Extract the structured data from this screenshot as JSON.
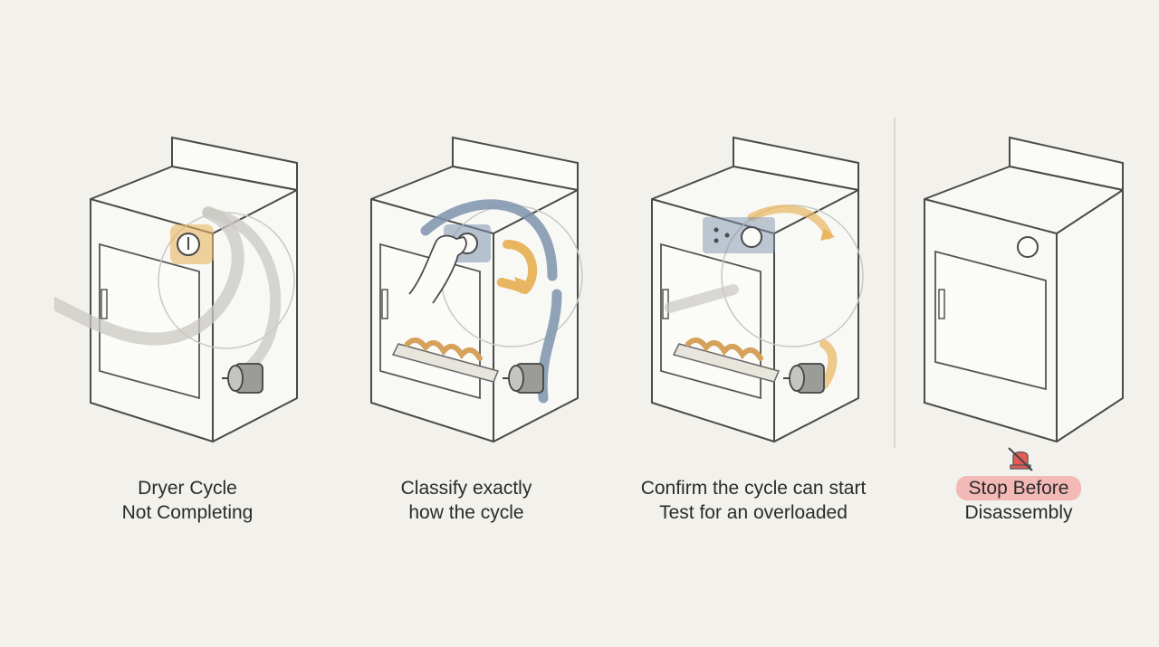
{
  "panels": [
    {
      "id": "panel-1",
      "line1": "Dryer Cycle",
      "line2": "Not Completing"
    },
    {
      "id": "panel-2",
      "line1": "Classify exactly",
      "line2": "how the cycle"
    },
    {
      "id": "panel-3",
      "line1": "Confirm the cycle can start",
      "line2": "Test for an overloaded"
    },
    {
      "id": "panel-4",
      "line1": "Stop Before",
      "line2": "Disassembly"
    }
  ],
  "icons": {
    "timer_knob": "timer-knob-icon",
    "hand": "hand-icon",
    "motor": "motor-icon",
    "heating_element": "heating-element-icon",
    "stop": "no-alarm-icon"
  },
  "colors": {
    "background": "#f2f1ec",
    "line": "#4a4a4a",
    "highlight_amber": "#e8b560",
    "flow_blue": "#7d93ad",
    "stop_red": "#f3b9b6",
    "alarm_red": "#e55c57"
  }
}
